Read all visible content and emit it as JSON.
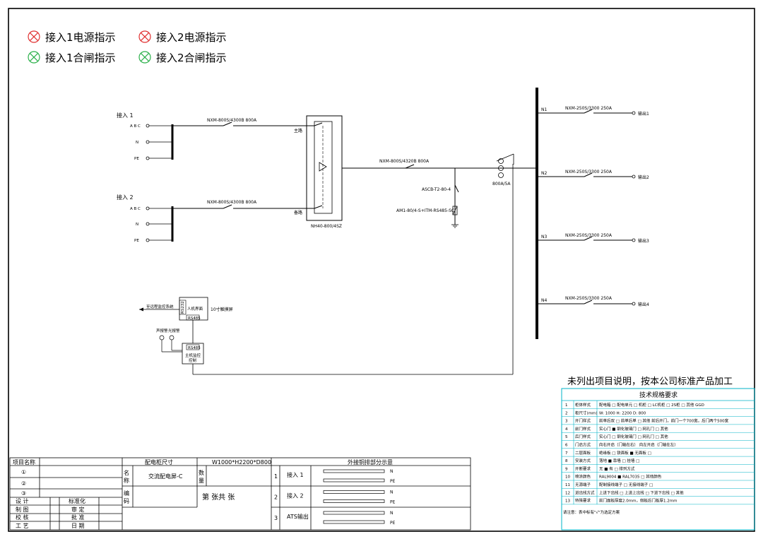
{
  "indicators": [
    {
      "label": "接入1电源指示",
      "color": "#e03030"
    },
    {
      "label": "接入2电源指示",
      "color": "#e03030"
    },
    {
      "label": "接入1合闸指示",
      "color": "#2bb04a"
    },
    {
      "label": "接入2合闸指示",
      "color": "#2bb04a"
    }
  ],
  "inputs": [
    {
      "name": "接入 1",
      "breaker": "NXM-800S/4300B 800A",
      "route": "主路"
    },
    {
      "name": "接入 2",
      "breaker": "NXM-800S/4300B 800A",
      "route": "备路"
    }
  ],
  "phase_labels": [
    "A B C",
    "N",
    "PE"
  ],
  "ats_model": "NH40-800/4SZ",
  "main_breaker": "NXM-800S/4320B 800A",
  "spd": "ASCB-T2-80-4",
  "meter": "AM1-80/4-S+ITM-RS485-SC",
  "ct": "800A/5A",
  "outputs": [
    {
      "tag": "N1",
      "breaker": "NXM-250S/3300 250A",
      "label": "输出1"
    },
    {
      "tag": "N2",
      "breaker": "NXM-250S/3300 250A",
      "label": "输出2"
    },
    {
      "tag": "N3",
      "breaker": "NXM-250S/3300 250A",
      "label": "输出3"
    },
    {
      "tag": "N4",
      "breaker": "NXM-250S/3300 250A",
      "label": "输出4"
    }
  ],
  "control": {
    "remote": "至远程监控系统",
    "hmi": "人机界面",
    "rs232": "RS232",
    "rs485": "RS485",
    "touch": "10寸触摸屏",
    "sound": "声报警",
    "light": "光报警",
    "main_ctrl_1": "主机监控",
    "main_ctrl_2": "控制"
  },
  "note": "未列出项目说明，按本公司标准产品加工",
  "spec": {
    "title": "技术规格要求",
    "rows": [
      {
        "no": "1",
        "item": "柜体样式",
        "content": "配电箱 □   配电单元 □   机柜 □   LC机柜 □   2S柜 □   其他 GGD"
      },
      {
        "no": "2",
        "item": "柜尺寸(mm)",
        "content": "W: 1000    H: 2200    D: 800"
      },
      {
        "no": "3",
        "item": "开门样式",
        "content": "前单后双 □   前单后单 □   其他 前后开门，前门一个700宽，后门两个500宽"
      },
      {
        "no": "4",
        "item": "前门样式",
        "content": "实心门 ■   钢化玻璃门 □   网孔门 □   其他"
      },
      {
        "no": "5",
        "item": "后门样式",
        "content": "实心门 □   钢化玻璃门 □   网孔门 □   其他"
      },
      {
        "no": "6",
        "item": "门启方式",
        "content": "向右开启（门轴在右）   向左开启（门轴在左）"
      },
      {
        "no": "7",
        "item": "二层面板",
        "content": "绝缘板 □   铁面板 ■   无面板 □"
      },
      {
        "no": "8",
        "item": "安装方式",
        "content": "落地 ■   靠墙 □   挂墙 □"
      },
      {
        "no": "9",
        "item": "开断要求",
        "content": "无 ■   有 □ 排列方式"
      },
      {
        "no": "10",
        "item": "喷涂颜色",
        "content": "RAL9004 ■   RAL7035 □   其他颜色"
      },
      {
        "no": "11",
        "item": "无源端子",
        "content": "配制接线端子 □   无接线端子 □"
      },
      {
        "no": "12",
        "item": "进出线方式",
        "content": "上进下出线 □   上进上出线 □   下进下出线 □   其他"
      },
      {
        "no": "13",
        "item": "特殊要求",
        "content": "前门面板厚度2.0mm，侧板后门板厚1.2mm"
      }
    ],
    "footnote": "请注意：表中标有\"√\"为选定方案"
  },
  "titleblock": {
    "project_name": "项目名称",
    "circled": [
      "①",
      "②",
      "③"
    ],
    "std": "标准化",
    "left_rows": [
      [
        "设 计",
        ""
      ],
      [
        "制 图",
        "审 定"
      ],
      [
        "校 核",
        "批 准"
      ],
      [
        "工 艺",
        "日 期"
      ]
    ],
    "cabinet_size_label": "配电柜尺寸",
    "cabinet_size": "W1000*H2200*D800",
    "name_label": "名称",
    "name_value": "交流配电屏-C",
    "qty_label": "数量",
    "code_label": "编码",
    "sheet_text": "第   张共   张",
    "bus_title": "外接铜排部分示意",
    "bus_rows": [
      {
        "no": "1",
        "name": "接入 1",
        "n": "N",
        "pe": "PE"
      },
      {
        "no": "2",
        "name": "接入 2",
        "n": "N",
        "pe": "PE"
      },
      {
        "no": "3",
        "name": "ATS输出",
        "n": "N",
        "pe": "PE"
      }
    ]
  }
}
